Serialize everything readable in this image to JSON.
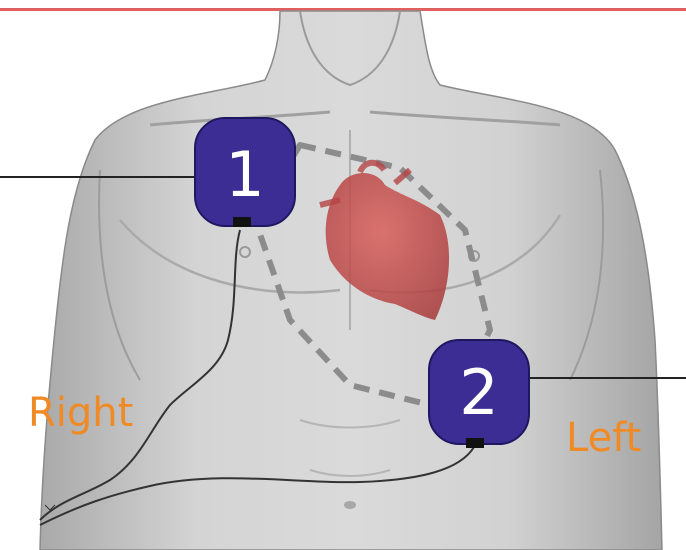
{
  "pads": [
    {
      "number": "1",
      "color": "#3b2d93"
    },
    {
      "number": "2",
      "color": "#3b2d93"
    }
  ],
  "labels": {
    "right": "Right",
    "left": "Left"
  },
  "colors": {
    "skin": "#cfcfcf",
    "skin_shadow": "#9f9f9f",
    "heart": "#c94a4a",
    "label": "#f08a25",
    "top_band": "#e06060",
    "lead_line": "#333333",
    "dash_outline": "#8c8c8c"
  },
  "icons": [
    "torso-illustration",
    "heart-icon",
    "electrode-pad-icon",
    "lead-wire"
  ]
}
